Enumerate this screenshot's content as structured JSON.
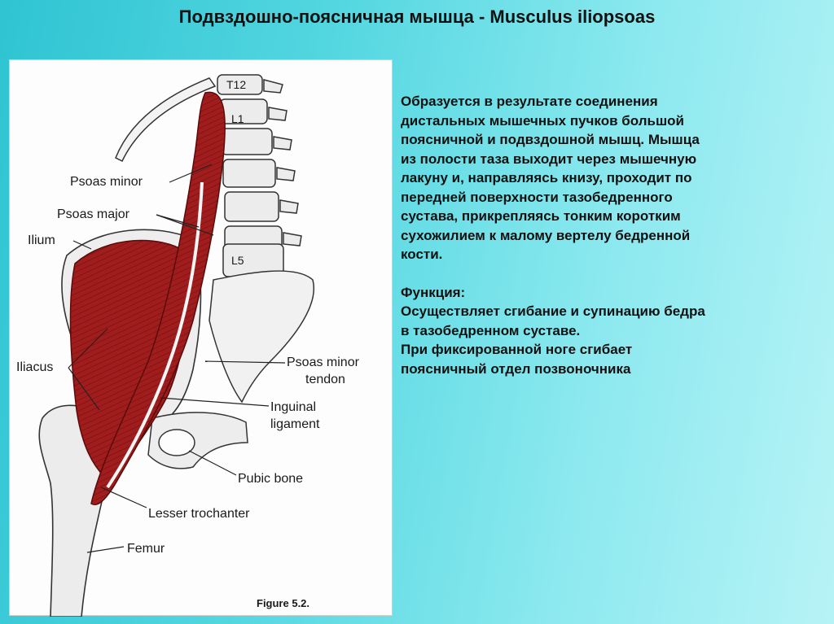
{
  "slide": {
    "title": "Подвздошно-поясничная мышца -  Musculus iliopsoas"
  },
  "figure": {
    "labels": {
      "t12": "T12",
      "l1": "L1",
      "l5": "L5",
      "psoas_minor": "Psoas minor",
      "psoas_major": "Psoas major",
      "ilium": "Ilium",
      "iliacus": "Iliacus",
      "psoas_minor_tendon_1": "Psoas minor",
      "psoas_minor_tendon_2": "tendon",
      "inguinal_ligament_1": "Inguinal",
      "inguinal_ligament_2": "ligament",
      "pubic_bone": "Pubic bone",
      "lesser_trochanter": "Lesser trochanter",
      "femur": "Femur",
      "caption": "Figure 5.2."
    },
    "colors": {
      "muscle": "#9c1b1b",
      "bone": "#ededed"
    }
  },
  "description": {
    "lines": [
      "Образуется в результате соединения",
      "дистальных мышечных пучков большой",
      "поясничной и подвздошной мышц. Мышца",
      "из полости таза выходит через мышечную",
      "лакуну и, направляясь книзу, проходит по",
      "передней поверхности тазобедренного",
      "сустава, прикрепляясь тонким коротким",
      "сухожилием к малому вертелу бедренной",
      "кости."
    ],
    "function_heading": "Функция:",
    "function_lines": [
      "Осуществляет сгибание и супинацию бедра",
      "в тазобедренном суставе.",
      "При фиксированной ноге сгибает",
      "поясничный отдел позвоночника"
    ]
  }
}
